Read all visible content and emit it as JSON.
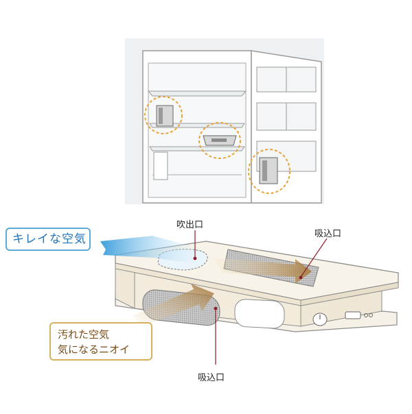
{
  "labels": {
    "clean_air": "キレイな空気",
    "dirty_air_line1": "汚れた空気",
    "dirty_air_line2": "気になるニオイ",
    "outlet": "吹出口",
    "intake_top": "吸込口",
    "intake_bottom": "吸込口"
  },
  "colors": {
    "fridge_outline": "#9a9a9a",
    "fridge_bg": "#eef1f3",
    "highlight_ring": "#e8a23a",
    "clean_air_accent": "#4aa8e0",
    "dirty_air_accent": "#c89f5e",
    "callout_line": "#8b1c2a"
  }
}
